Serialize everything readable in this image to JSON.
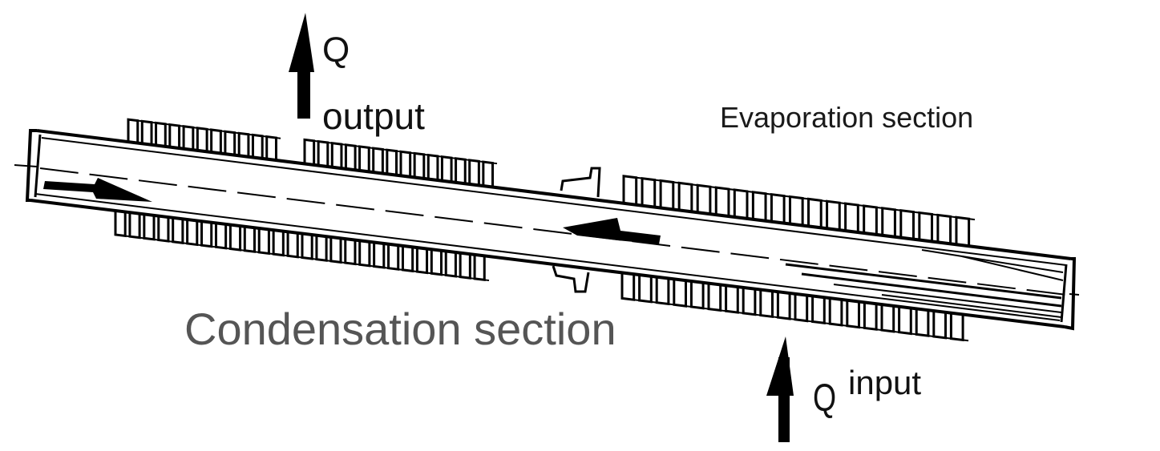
{
  "labels": {
    "q_output_symbol": "Q",
    "q_output_word": "output",
    "evaporation": "Evaporation section",
    "condensation": "Condensation section",
    "q_input_symbol": "Q",
    "q_input_word": "input"
  },
  "colors": {
    "ink": "#000000",
    "condensation_text": "#555555",
    "background": "#ffffff"
  }
}
